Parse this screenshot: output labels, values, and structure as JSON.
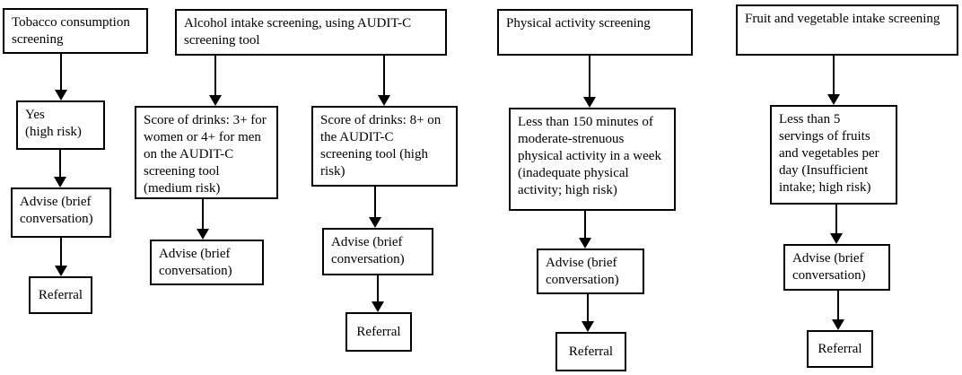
{
  "flows": [
    {
      "name": "tobacco",
      "header": "Tobacco consumption\nscreening",
      "result": "Yes\n(high risk)",
      "advise": "Advise (brief\nconversation)",
      "referral": "Referral"
    },
    {
      "name": "alcohol",
      "header": "Alcohol intake screening, using AUDIT-C\nscreening tool",
      "branches": [
        {
          "result": "Score of drinks: 3+ for\nwomen or 4+ for men\non the AUDIT-C\nscreening tool\n(medium risk)",
          "advise": "Advise (brief\nconversation)"
        },
        {
          "result": "Score of drinks: 8+ on\nthe AUDIT-C\nscreening tool (high\nrisk)",
          "advise": "Advise (brief\nconversation)",
          "referral": "Referral"
        }
      ]
    },
    {
      "name": "physical-activity",
      "header": "Physical activity screening",
      "result": "Less than 150 minutes of\nmoderate-strenuous\nphysical activity in a week\n(inadequate physical\nactivity; high risk)",
      "advise": "Advise (brief\nconversation)",
      "referral": "Referral"
    },
    {
      "name": "fruit-vegetable",
      "header": "Fruit and vegetable intake screening",
      "result": "Less than 5\nservings of fruits\nand vegetables per\nday (Insufficient\nintake; high risk)",
      "advise": "Advise (brief\nconversation)",
      "referral": "Referral"
    }
  ]
}
